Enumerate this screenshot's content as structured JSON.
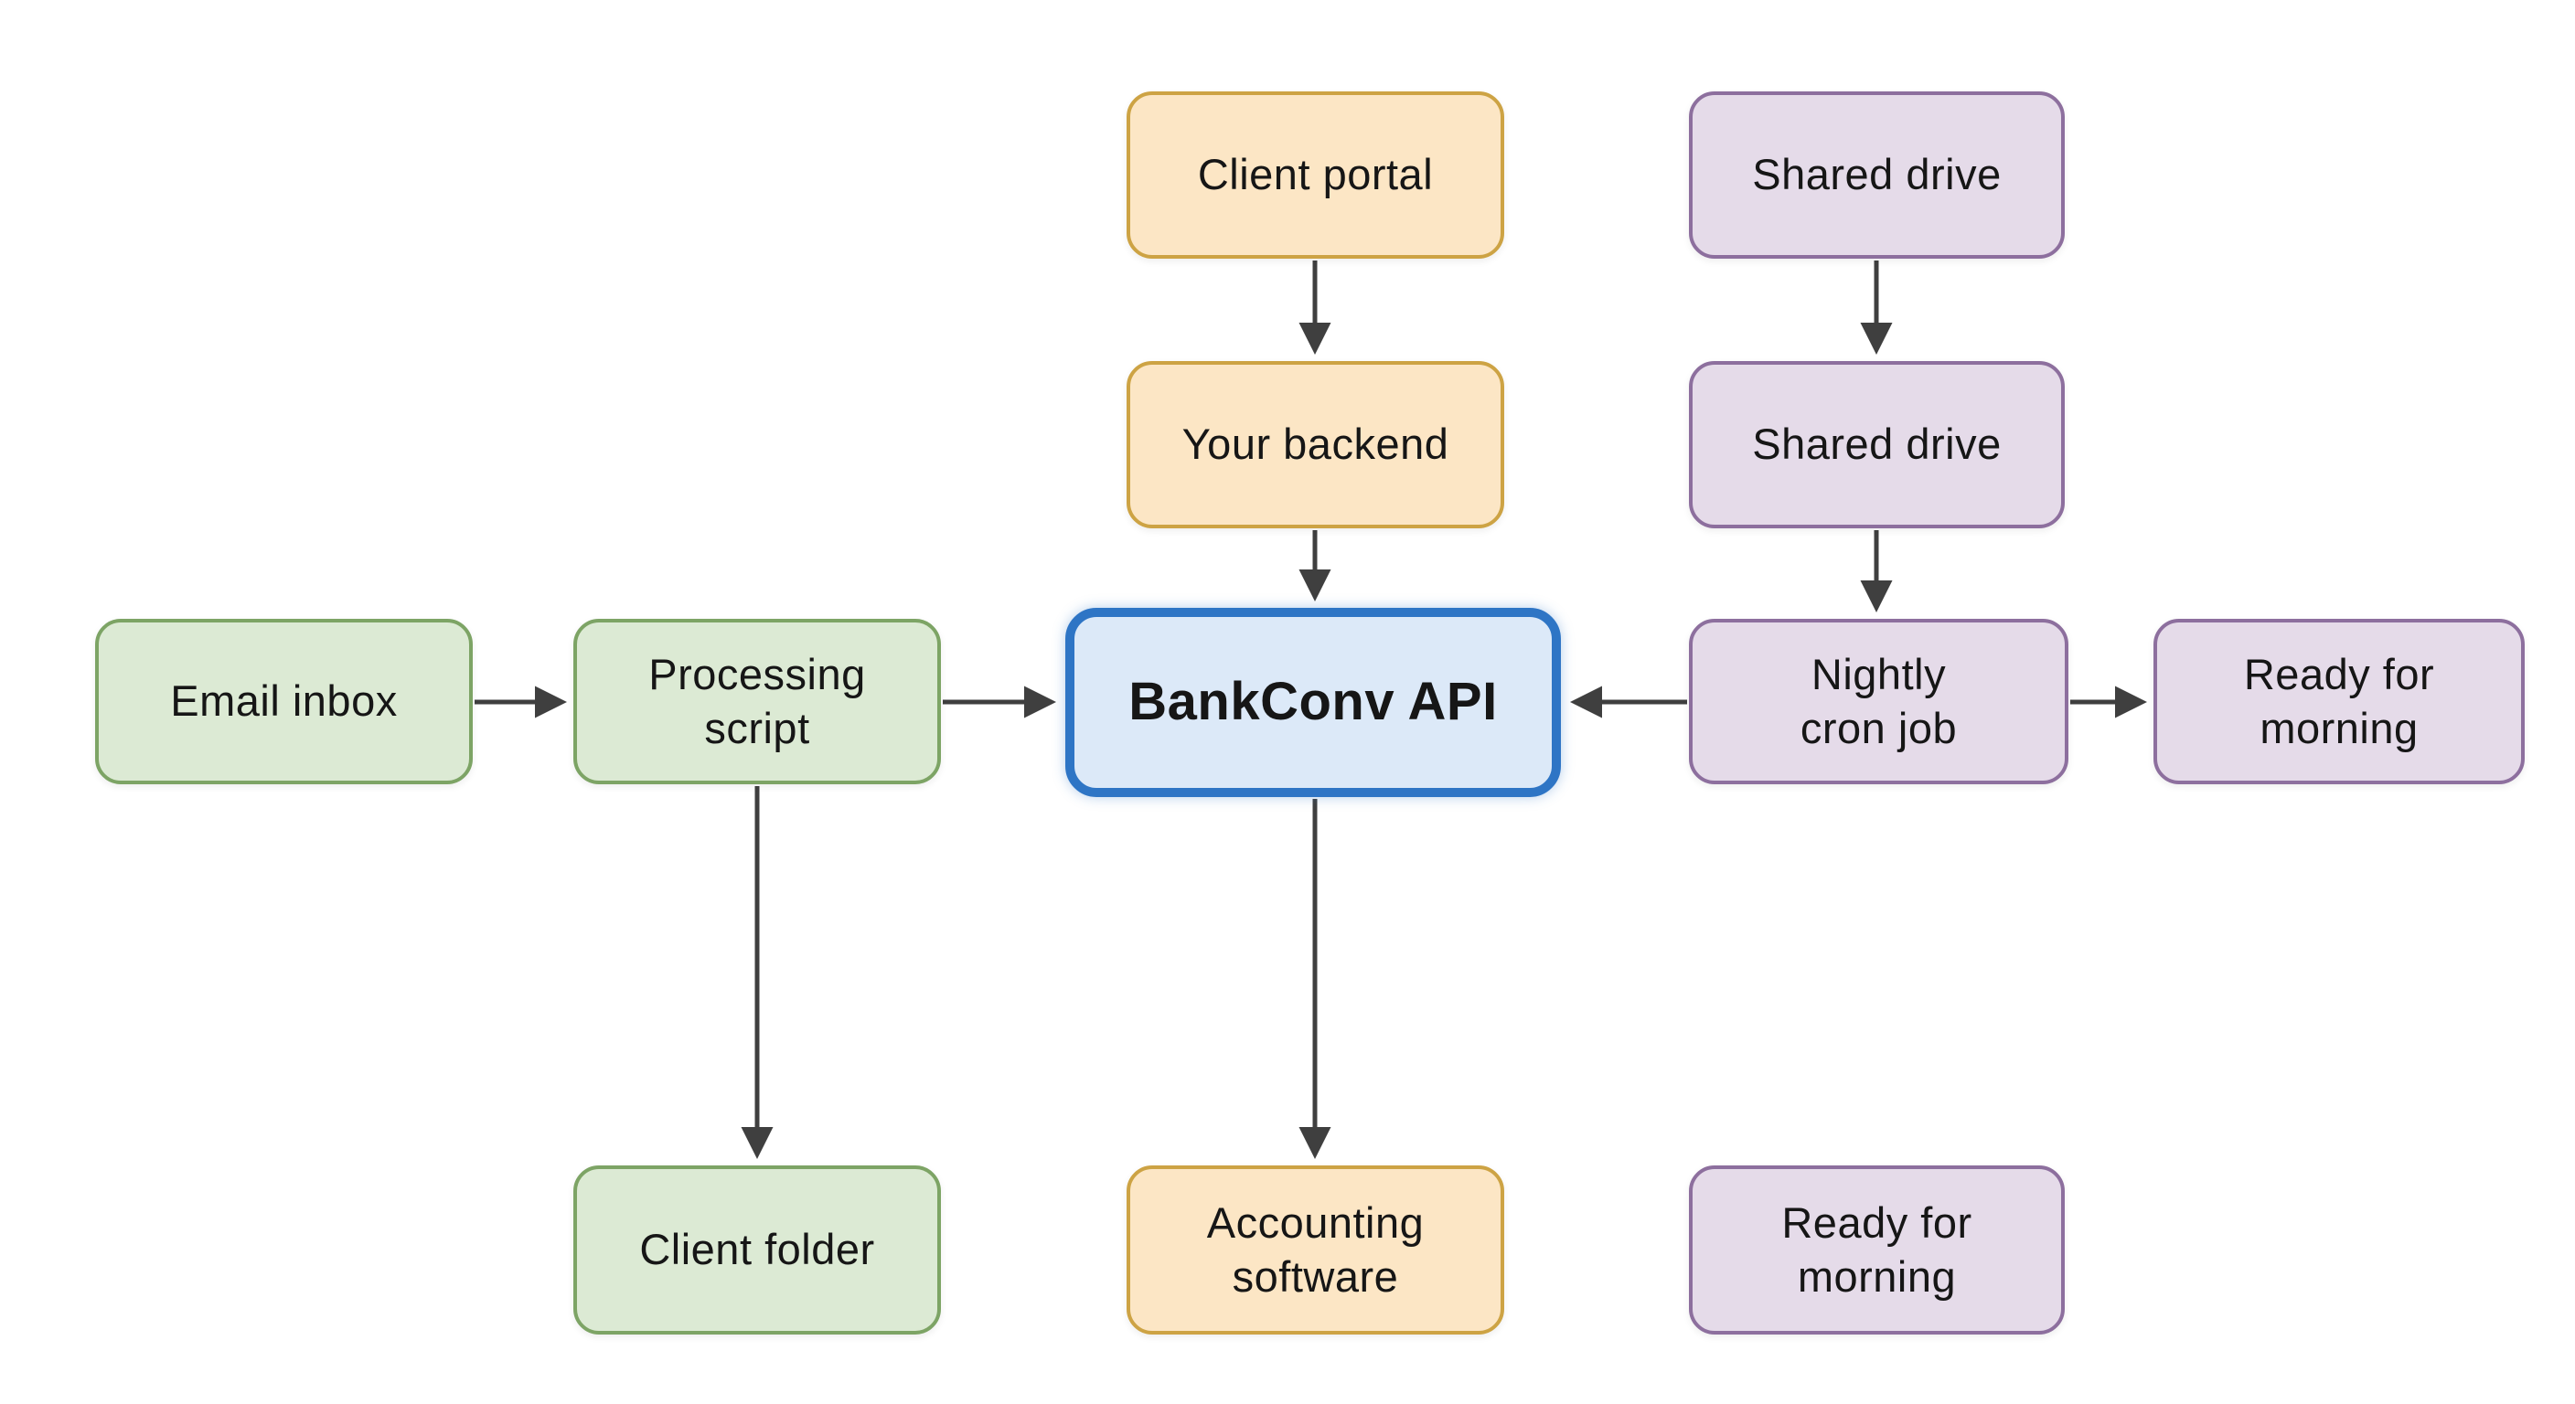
{
  "diagram": {
    "title": "BankConv API integration flow diagram",
    "background_color": "#ffffff",
    "palette": {
      "orange_fill": "#fce6c5",
      "orange_border": "#cda344",
      "green_fill": "#dcead4",
      "green_border": "#7da465",
      "purple_fill": "#e5dbe9",
      "purple_border": "#8d6f9e",
      "blue_fill": "#dce9f8",
      "blue_border": "#2e75c5",
      "arrow_color": "#3f3f3f",
      "text_color": "#161616"
    },
    "nodes": {
      "client_portal": {
        "label": "Client portal",
        "color": "orange"
      },
      "shared_drive_top": {
        "label": "Shared drive",
        "color": "purple"
      },
      "your_backend": {
        "label": "Your backend",
        "color": "orange"
      },
      "shared_drive_mid": {
        "label": "Shared drive",
        "color": "purple"
      },
      "email_inbox": {
        "label": "Email inbox",
        "color": "green"
      },
      "processing_script": {
        "label": "Processing\nscript",
        "color": "green"
      },
      "bankconv_api": {
        "label": "BankConv API",
        "color": "blue",
        "emphasis": "bold label, thick highlighted border"
      },
      "nightly_cron_job": {
        "label": "Nightly\ncron job",
        "color": "purple"
      },
      "ready_for_morning_right": {
        "label": "Ready for\nmorning",
        "color": "purple"
      },
      "client_folder": {
        "label": "Client folder",
        "color": "green"
      },
      "accounting_software": {
        "label": "Accounting\nsoftware",
        "color": "orange"
      },
      "ready_for_morning_bottom": {
        "label": "Ready for\nmorning",
        "color": "purple"
      }
    },
    "edges": [
      {
        "from": "client_portal",
        "to": "your_backend",
        "direction": "down"
      },
      {
        "from": "your_backend",
        "to": "bankconv_api",
        "direction": "down"
      },
      {
        "from": "shared_drive_top",
        "to": "shared_drive_mid",
        "direction": "down"
      },
      {
        "from": "shared_drive_mid",
        "to": "nightly_cron_job",
        "direction": "down"
      },
      {
        "from": "email_inbox",
        "to": "processing_script",
        "direction": "right"
      },
      {
        "from": "processing_script",
        "to": "bankconv_api",
        "direction": "right"
      },
      {
        "from": "nightly_cron_job",
        "to": "bankconv_api",
        "direction": "left"
      },
      {
        "from": "nightly_cron_job",
        "to": "ready_for_morning_right",
        "direction": "right"
      },
      {
        "from": "processing_script",
        "to": "client_folder",
        "direction": "down"
      },
      {
        "from": "bankconv_api",
        "to": "accounting_software",
        "direction": "down"
      }
    ]
  }
}
